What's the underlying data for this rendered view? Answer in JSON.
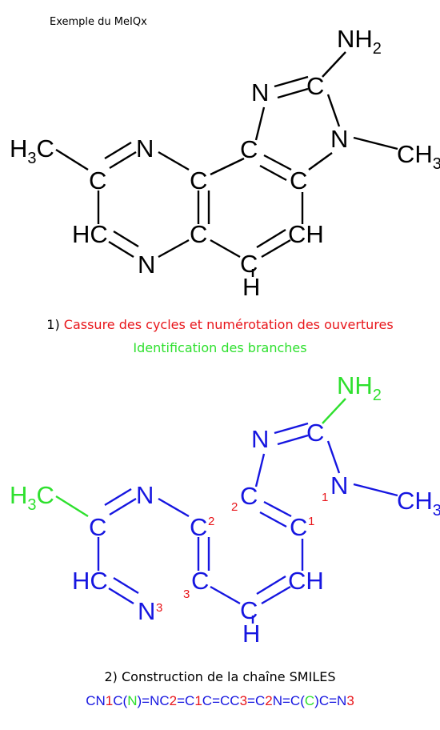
{
  "title": "Exemple du MeIQx",
  "colors": {
    "black": "#000000",
    "red": "#e8161b",
    "green": "#2ee02e",
    "blue": "#1616e0"
  },
  "molecule1": {
    "atoms": {
      "nh2": "NH",
      "nh2_sub": "2",
      "n_top": "N",
      "c_top": "C",
      "n_right": "N",
      "ch3_right": "CH",
      "ch3_right_sub": "3",
      "h3c": "H",
      "h3c_sub": "3",
      "h3c_c": "C",
      "c_left": "C",
      "n_upper": "N",
      "c_mid_upper": "C",
      "c_fused_top": "C",
      "c_fused_right": "C",
      "hc": "HC",
      "c_mid_lower": "C",
      "ch": "CH",
      "n_lower": "N",
      "c_bottom": "C",
      "h_bottom": "H"
    }
  },
  "caption1": {
    "number": "1) ",
    "red_text": "Cassure des cycles et numérotation des ouvertures",
    "green_text": "Identification des branches"
  },
  "molecule2": {
    "atoms": {
      "nh2": "NH",
      "nh2_sub": "2",
      "n_top": "N",
      "c_top": "C",
      "n_right": "N",
      "n_right_num": "1",
      "ch3_right": "CH",
      "ch3_right_sub": "3",
      "h3c": "H",
      "h3c_sub": "3",
      "h3c_c": "C",
      "c_left": "C",
      "n_upper": "N",
      "c_mid_upper": "C",
      "c_mid_upper_num": "2",
      "c_fused_top": "C",
      "c_fused_top_num": "2",
      "c_fused_right": "C",
      "c_fused_right_num": "1",
      "hc": "HC",
      "c_mid_lower": "C",
      "c_mid_lower_num": "3",
      "ch": "CH",
      "n_lower": "N",
      "n_lower_num": "3",
      "c_bottom": "C",
      "h_bottom": "H"
    }
  },
  "caption2": "2) Construction de la chaîne SMILES",
  "smiles": {
    "parts": [
      {
        "text": "CN",
        "color": "blue"
      },
      {
        "text": "1",
        "color": "red"
      },
      {
        "text": "C(",
        "color": "blue"
      },
      {
        "text": "N",
        "color": "green"
      },
      {
        "text": ")=NC",
        "color": "blue"
      },
      {
        "text": "2",
        "color": "red"
      },
      {
        "text": "=C",
        "color": "blue"
      },
      {
        "text": "1",
        "color": "red"
      },
      {
        "text": "C=CC",
        "color": "blue"
      },
      {
        "text": "3",
        "color": "red"
      },
      {
        "text": "=C",
        "color": "blue"
      },
      {
        "text": "2",
        "color": "red"
      },
      {
        "text": "N=C(",
        "color": "blue"
      },
      {
        "text": "C",
        "color": "green"
      },
      {
        "text": ")C=N",
        "color": "blue"
      },
      {
        "text": "3",
        "color": "red"
      }
    ]
  }
}
